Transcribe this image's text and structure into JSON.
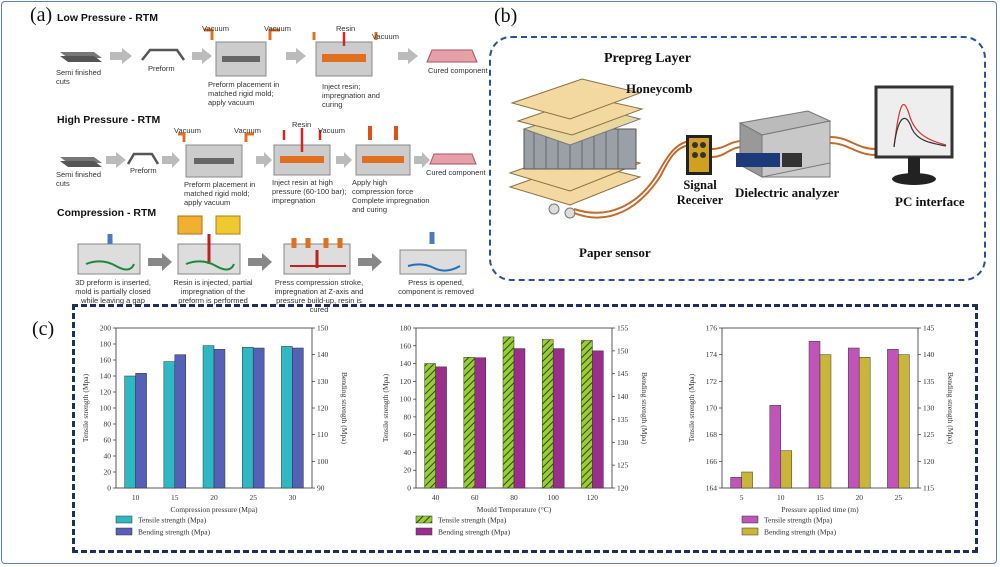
{
  "panel_labels": {
    "a": "(a)",
    "b": "(b)",
    "c": "(c)"
  },
  "panel_a": {
    "lp_title": "Low Pressure - RTM",
    "lp_semi": "Semi finished cuts",
    "lp_preform": "Preform",
    "lp_vac1": "Vacuum",
    "lp_vac2": "Vacuum",
    "lp_resin": "Resin",
    "lp_vac3": "Vacuum",
    "lp_place": "Preform placement in matched rigid mold; apply vacuum",
    "lp_inject": "Inject resin; impregnation and curing",
    "lp_cured": "Cured component",
    "hp_title": "High Pressure - RTM",
    "hp_semi": "Semi finished cuts",
    "hp_preform": "Preform",
    "hp_vac1": "Vacuum",
    "hp_vac2": "Vacuum",
    "hp_resin": "Resin",
    "hp_vac3": "Vacuum",
    "hp_place": "Preform placement in matched rigid mold; apply vacuum",
    "hp_inject": "Inject resin at high pressure (60-100 bar); impregnation",
    "hp_apply": "Apply high compression force Complete impregnation and curing",
    "hp_cured": "Cured component",
    "c_title": "Compression - RTM",
    "c_step1": "3D preform is inserted, mold is partially closed while leaving a gap",
    "c_step2": "Resin is injected, partial impregnation of the preform is performed",
    "c_step3": "Press compression stroke, impregnation at Z-axis and pressure build-up, resin is cured",
    "c_step4": "Press is opened, component is removed"
  },
  "panel_b": {
    "prepreg": "Prepreg Layer",
    "honeycomb": "Honeycomb",
    "paper_sensor": "Paper sensor",
    "signal_receiver": "Signal Receiver",
    "dielectric": "Dielectric analyzer",
    "pc": "PC interface"
  },
  "colors": {
    "tensile1": "#2fb7c4",
    "bending1": "#5560b8",
    "tensile2": "#9acd32",
    "bending2": "#9b2d8c",
    "tensile3": "#c054b8",
    "bending3": "#c9b53a"
  },
  "chart_data": [
    {
      "type": "bar",
      "xlabel": "Compression pressure (Mpa)",
      "ylabel": "Tensile strength (Mpa)",
      "y2label": "Bending strength (Mpa)",
      "categories": [
        "10",
        "15",
        "20",
        "25",
        "30"
      ],
      "ylim": [
        0,
        200
      ],
      "y2lim": [
        90,
        150
      ],
      "yticks": [
        "0",
        "20",
        "40",
        "60",
        "80",
        "100",
        "120",
        "140",
        "160",
        "180",
        "200"
      ],
      "y2ticks": [
        "90",
        "100",
        "110",
        "120",
        "130",
        "140",
        "150"
      ],
      "series": [
        {
          "name": "Tensile strength (Mpa)",
          "axis": "left",
          "values": [
            140,
            158,
            178,
            176,
            177
          ]
        },
        {
          "name": "Bending strength (Mpa)",
          "axis": "right",
          "values": [
            133,
            140,
            142,
            142.5,
            142.5
          ]
        }
      ]
    },
    {
      "type": "bar",
      "xlabel": "Mould Temperature (°C)",
      "ylabel": "Tensile strength (Mpa)",
      "y2label": "Bending strength (Mpa)",
      "categories": [
        "40",
        "60",
        "80",
        "100",
        "120"
      ],
      "ylim": [
        0,
        180
      ],
      "y2lim": [
        120,
        155
      ],
      "yticks": [
        "0",
        "20",
        "40",
        "60",
        "80",
        "100",
        "120",
        "140",
        "160",
        "180"
      ],
      "y2ticks": [
        "120",
        "125",
        "130",
        "135",
        "140",
        "145",
        "150",
        "155"
      ],
      "series": [
        {
          "name": "Tensile strength (Mpa)",
          "axis": "left",
          "values": [
            140,
            147,
            170,
            167,
            166
          ]
        },
        {
          "name": "Bending strength (Mpa)",
          "axis": "right",
          "values": [
            146.5,
            148.5,
            150.5,
            150.5,
            150
          ]
        }
      ]
    },
    {
      "type": "bar",
      "xlabel": "Pressure applied time (m)",
      "ylabel": "Tensile strength (Mpa)",
      "y2label": "Bending strength (Mpa)",
      "categories": [
        "5",
        "10",
        "15",
        "20",
        "25"
      ],
      "ylim": [
        164,
        176
      ],
      "y2lim": [
        115,
        145
      ],
      "yticks": [
        "164",
        "166",
        "168",
        "170",
        "172",
        "174",
        "176"
      ],
      "y2ticks": [
        "115",
        "120",
        "125",
        "130",
        "135",
        "140",
        "145"
      ],
      "series": [
        {
          "name": "Tensile strength (Mpa)",
          "axis": "left",
          "values": [
            164.8,
            170.2,
            175,
            174.5,
            174.4
          ]
        },
        {
          "name": "Bending strength (Mpa)",
          "axis": "right",
          "values": [
            118,
            122,
            140,
            139.5,
            140
          ]
        }
      ]
    }
  ]
}
